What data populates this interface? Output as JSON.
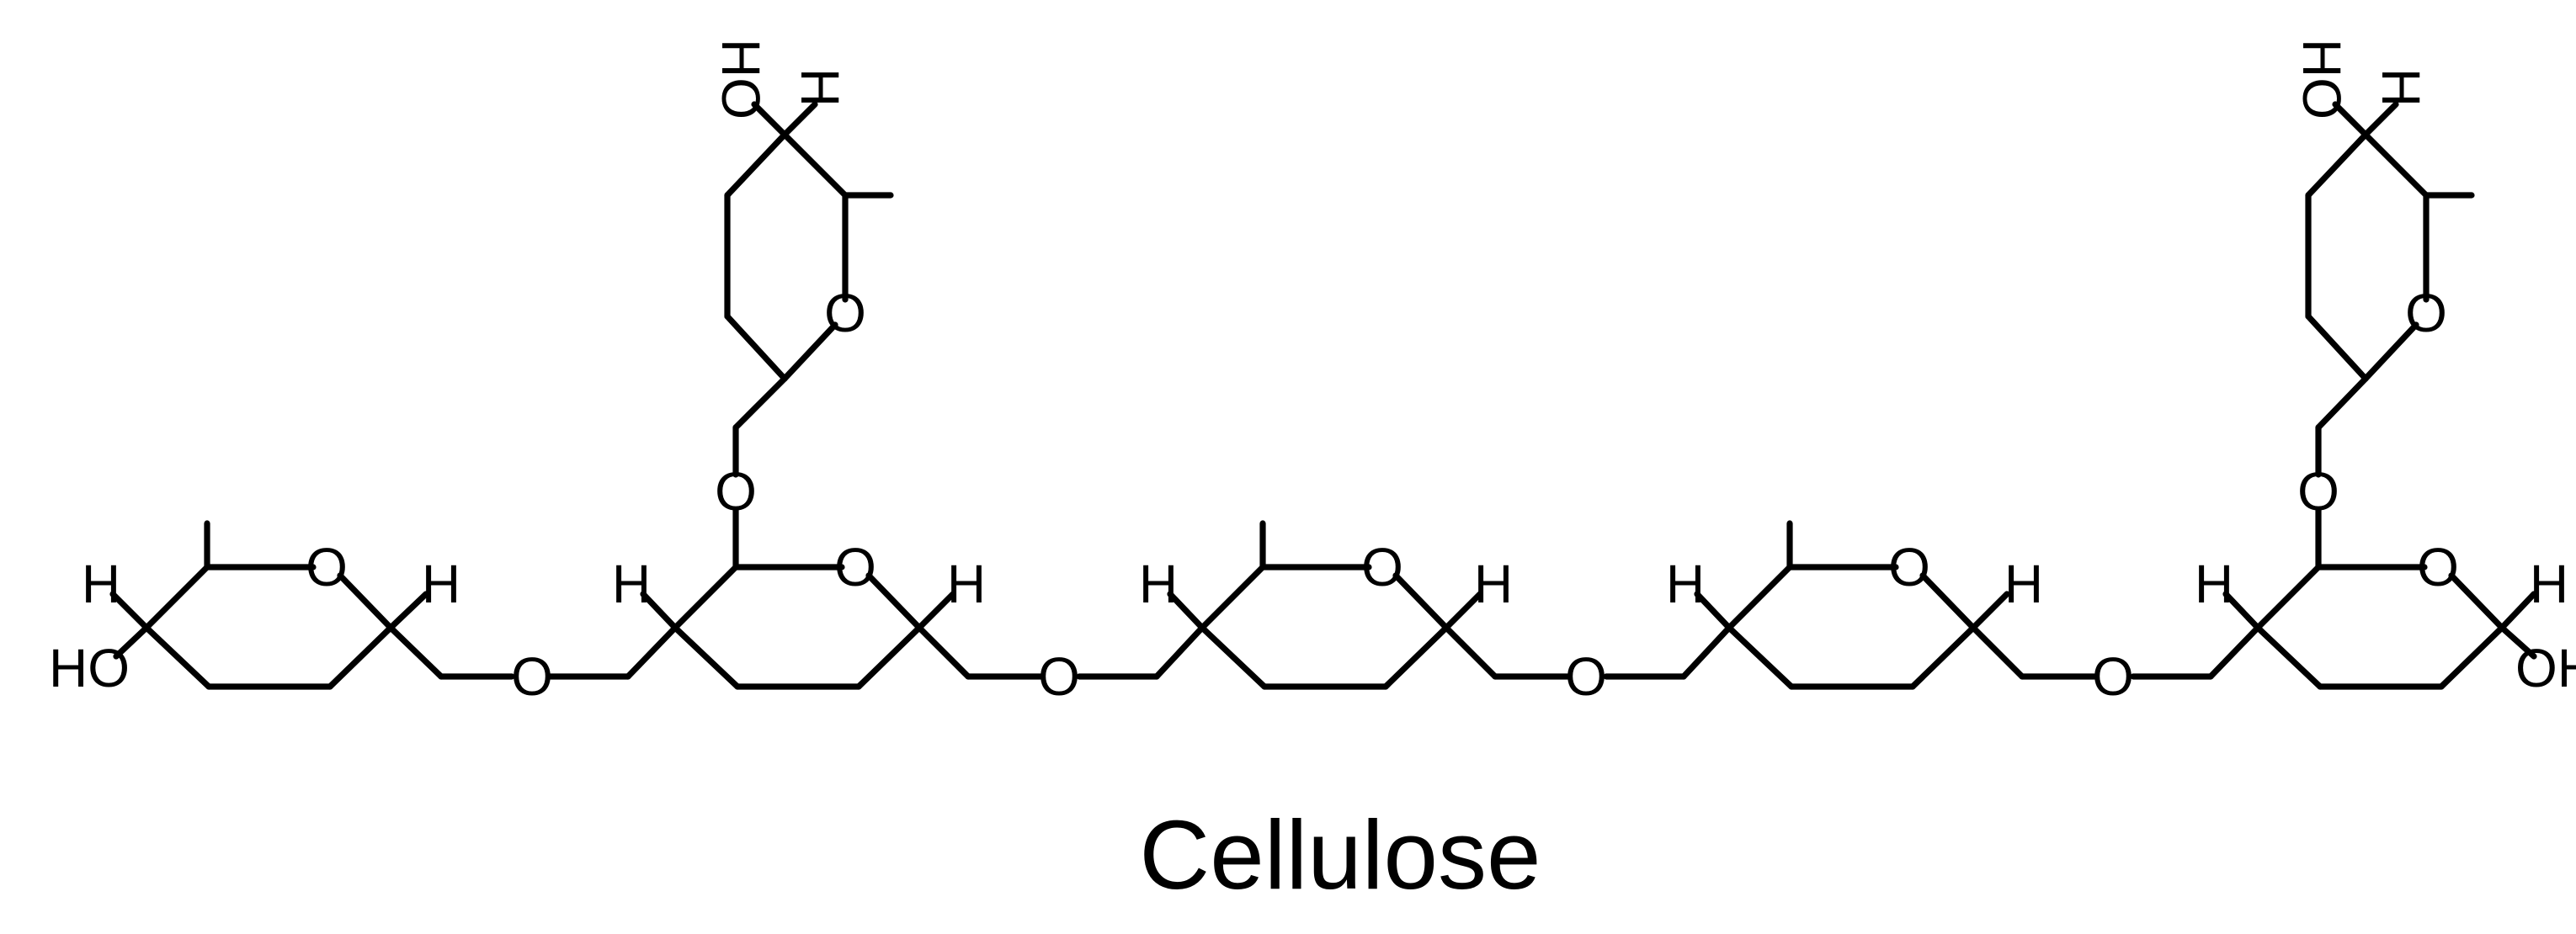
{
  "diagram": {
    "caption": "Cellulose",
    "labels": {
      "O": "O",
      "H": "H",
      "HO": "HO",
      "OH": "OH"
    },
    "colors": {
      "stroke": "#000000",
      "background": "#ffffff"
    }
  }
}
